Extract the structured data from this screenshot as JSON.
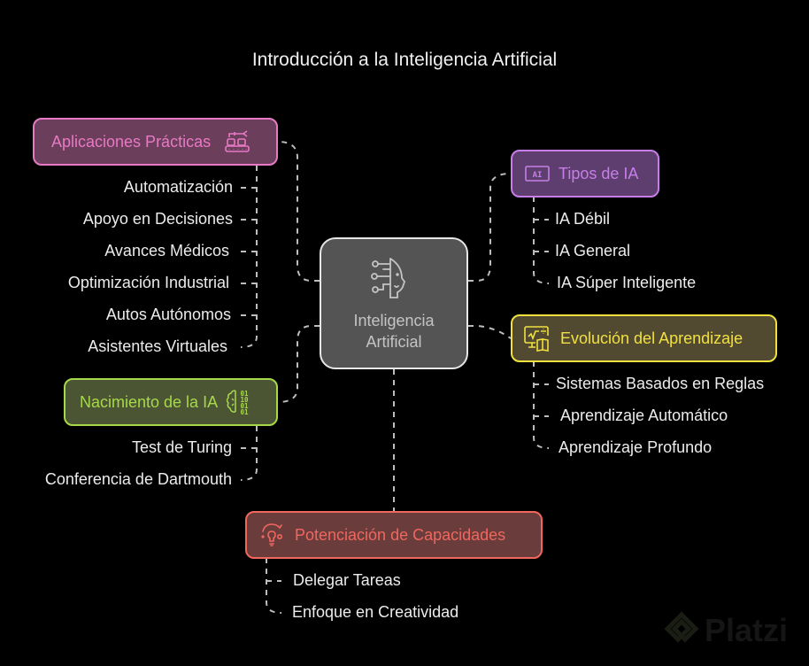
{
  "title": "Introducción a la Inteligencia Artificial",
  "center": {
    "label_line1": "Inteligencia",
    "label_line2": "Artificial",
    "icon": "ai-head-icon"
  },
  "branches": {
    "aplicaciones": {
      "label": "Aplicaciones Prácticas",
      "icon": "robot-arm-conveyor-icon",
      "color": "#e879c4",
      "fill": "#6b3e5c",
      "items": [
        "Automatización",
        "Apoyo en Decisiones",
        "Avances Médicos",
        "Optimización Industrial",
        "Autos Autónomos",
        "Asistentes Virtuales"
      ]
    },
    "tipos": {
      "label": "Tipos de IA",
      "icon": "ai-chip-icon",
      "color": "#c77ee8",
      "fill": "#5e3e6e",
      "items": [
        "IA Débil",
        "IA General",
        "IA Súper Inteligente"
      ]
    },
    "evolucion": {
      "label": "Evolución del Aprendizaje",
      "icon": "learning-screen-book-icon",
      "color": "#f0e040",
      "fill": "#524a30",
      "items": [
        "Sistemas Basados en Reglas",
        "Aprendizaje Automático",
        "Aprendizaje Profundo"
      ]
    },
    "nacimiento": {
      "label": "Nacimiento de la IA",
      "icon": "brain-binary-icon",
      "color": "#a6d94a",
      "fill": "#4b5534",
      "items": [
        "Test de Turing",
        "Conferencia de Dartmouth"
      ]
    },
    "potenciacion": {
      "label": "Potenciación de Capacidades",
      "icon": "lightbulb-cycle-icon",
      "color": "#f0675e",
      "fill": "#6a3c3c",
      "items": [
        "Delegar Tareas",
        "Enfoque en Creatividad"
      ]
    }
  },
  "watermark": "Platzi"
}
